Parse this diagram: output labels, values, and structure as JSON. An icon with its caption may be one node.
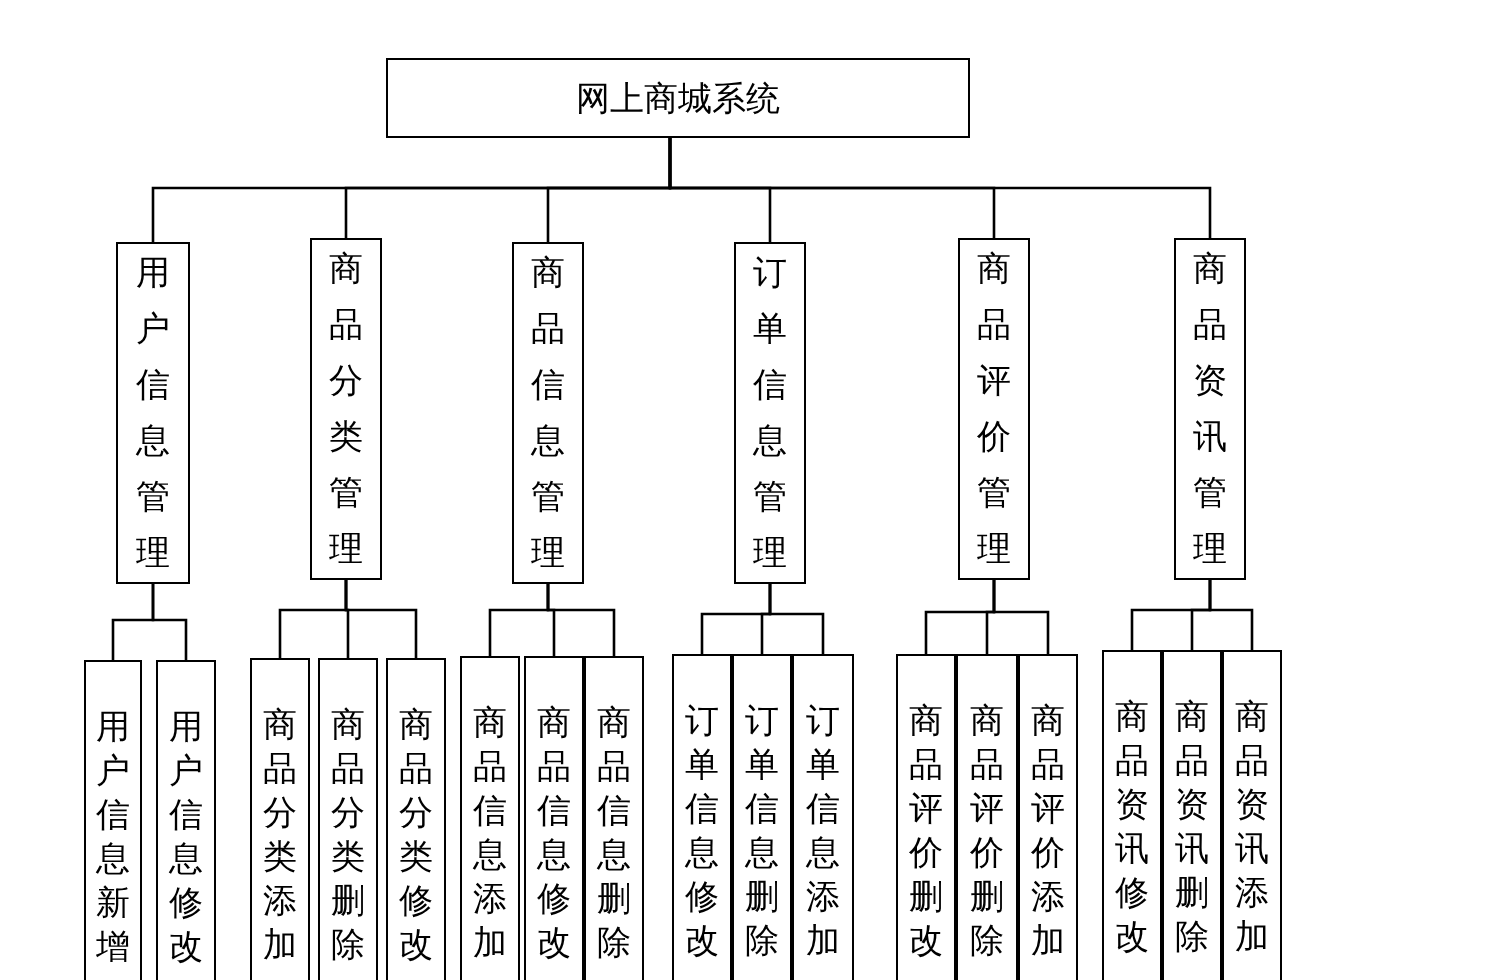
{
  "diagram": {
    "nodes": [
      {
        "text": [
          "网上商城系统"
        ]
      },
      {
        "text": [
          "用户信息管理"
        ]
      },
      {
        "text": [
          "商品分类管理"
        ]
      },
      {
        "text": [
          "商品信息管理"
        ]
      },
      {
        "text": [
          "订单信息管理"
        ]
      },
      {
        "text": [
          "商品评价管理"
        ]
      },
      {
        "text": [
          "商品资讯管理"
        ]
      },
      {
        "text": [
          "用户信息新增"
        ]
      },
      {
        "text": [
          "用户信息修改"
        ]
      },
      {
        "text": [
          "商品分类添加"
        ]
      },
      {
        "text": [
          "商品分类删除"
        ]
      },
      {
        "text": [
          "商品分类修改"
        ]
      },
      {
        "text": [
          "商品信息添加"
        ]
      },
      {
        "text": [
          "商品信息修改"
        ]
      },
      {
        "text": [
          "商品信息删除"
        ]
      },
      {
        "text": [
          "订单信息修改"
        ]
      },
      {
        "text": [
          "订单信息删除"
        ]
      },
      {
        "text": [
          "订单信息添加"
        ]
      },
      {
        "text": [
          "商品评价删改"
        ]
      },
      {
        "text": [
          "商品评价删除"
        ]
      },
      {
        "text": [
          "商品评价添加"
        ]
      },
      {
        "text": [
          "商品资讯修改"
        ]
      },
      {
        "text": [
          "商品资讯删除"
        ]
      },
      {
        "text": [
          "商品资讯添加"
        ]
      }
    ],
    "edges": [
      {
        "from": 0,
        "to": 1,
        "arrow": "none"
      },
      {
        "from": 0,
        "to": 2,
        "arrow": "none"
      },
      {
        "from": 0,
        "to": 3,
        "arrow": "none"
      },
      {
        "from": 0,
        "to": 4,
        "arrow": "none"
      },
      {
        "from": 0,
        "to": 5,
        "arrow": "none"
      },
      {
        "from": 0,
        "to": 6,
        "arrow": "none"
      },
      {
        "from": 1,
        "to": 7,
        "arrow": "none"
      },
      {
        "from": 1,
        "to": 8,
        "arrow": "none"
      },
      {
        "from": 2,
        "to": 9,
        "arrow": "none"
      },
      {
        "from": 2,
        "to": 10,
        "arrow": "none"
      },
      {
        "from": 2,
        "to": 11,
        "arrow": "none"
      },
      {
        "from": 3,
        "to": 12,
        "arrow": "none"
      },
      {
        "from": 3,
        "to": 13,
        "arrow": "none"
      },
      {
        "from": 3,
        "to": 14,
        "arrow": "none"
      },
      {
        "from": 4,
        "to": 15,
        "arrow": "none"
      },
      {
        "from": 4,
        "to": 16,
        "arrow": "none"
      },
      {
        "from": 4,
        "to": 17,
        "arrow": "none"
      },
      {
        "from": 5,
        "to": 18,
        "arrow": "none"
      },
      {
        "from": 5,
        "to": 19,
        "arrow": "none"
      },
      {
        "from": 5,
        "to": 20,
        "arrow": "none"
      },
      {
        "from": 6,
        "to": 21,
        "arrow": "none"
      },
      {
        "from": 6,
        "to": 22,
        "arrow": "none"
      },
      {
        "from": 6,
        "to": 23,
        "arrow": "none"
      }
    ]
  }
}
